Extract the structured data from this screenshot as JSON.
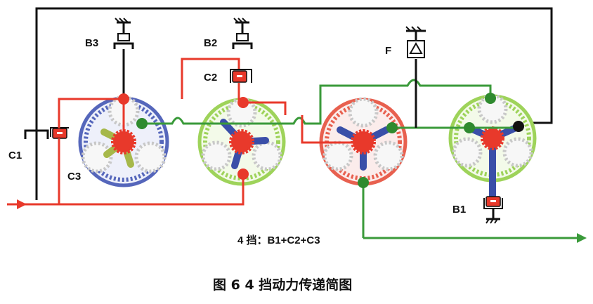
{
  "figure": {
    "caption": "图 6  4 挡动力传递简图",
    "gear_state": "4 挡：B1+C2+C3"
  },
  "labels": {
    "c1": "C1",
    "c2": "C2",
    "c3": "C3",
    "b1": "B1",
    "b2": "B2",
    "b3": "B3",
    "f": "F"
  },
  "colors": {
    "power_input": "#e8392b",
    "power_output": "#3a9a3a",
    "frame": "#111111",
    "gearset1_ring": "#5566bb",
    "gearset2_ring": "#9ed35a",
    "gearset3_ring": "#e8604f",
    "gearset4_ring": "#9ed35a",
    "carrier_blue": "#3a4fa8",
    "carrier_olive": "#a6b84a"
  }
}
